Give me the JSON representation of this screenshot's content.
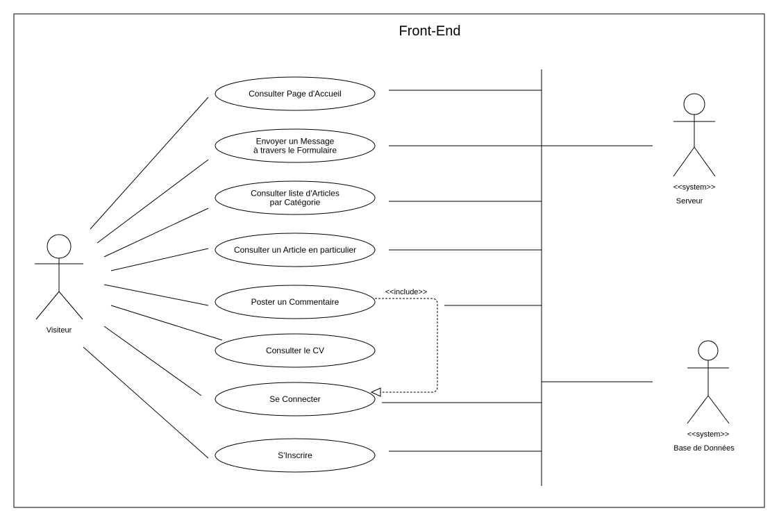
{
  "title": "Front-End",
  "actors": {
    "visitor": {
      "label": "Visiteur"
    },
    "server": {
      "stereotype": "<<system>>",
      "label": "Serveur"
    },
    "database": {
      "stereotype": "<<system>>",
      "label": "Base de Données"
    }
  },
  "use_cases": [
    {
      "lines": [
        "Consulter Page d'Accueil"
      ]
    },
    {
      "lines": [
        "Envoyer un Message",
        "à travers le Formulaire"
      ]
    },
    {
      "lines": [
        "Consulter liste d'Articles",
        "par Catégorie"
      ]
    },
    {
      "lines": [
        "Consulter un Article en particulier"
      ]
    },
    {
      "lines": [
        "Poster un Commentaire"
      ]
    },
    {
      "lines": [
        "Consulter le CV"
      ]
    },
    {
      "lines": [
        "Se Connecter"
      ]
    },
    {
      "lines": [
        "S'Inscrire"
      ]
    }
  ],
  "include_label": "<<include>>"
}
